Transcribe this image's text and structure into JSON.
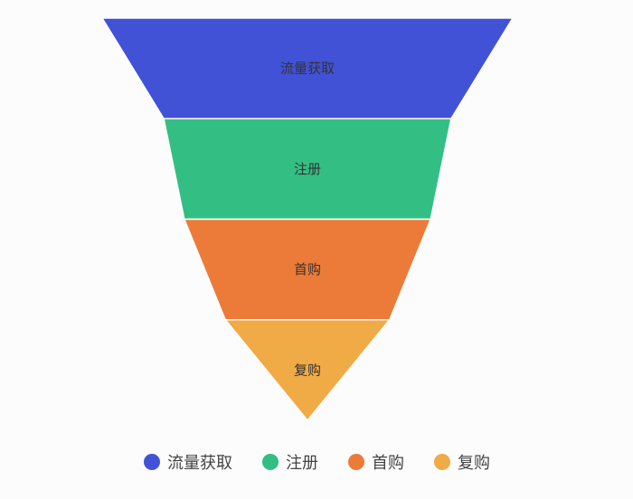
{
  "chart_data": {
    "type": "funnel",
    "title": "",
    "categories": [
      "流量获取",
      "注册",
      "首购",
      "复购"
    ],
    "values": [
      100,
      70,
      60,
      40
    ],
    "colors": [
      "#4152d6",
      "#33bf84",
      "#ec7b39",
      "#f0aa46"
    ],
    "legend": {
      "position": "bottom",
      "items": [
        "流量获取",
        "注册",
        "首购",
        "复购"
      ]
    }
  }
}
